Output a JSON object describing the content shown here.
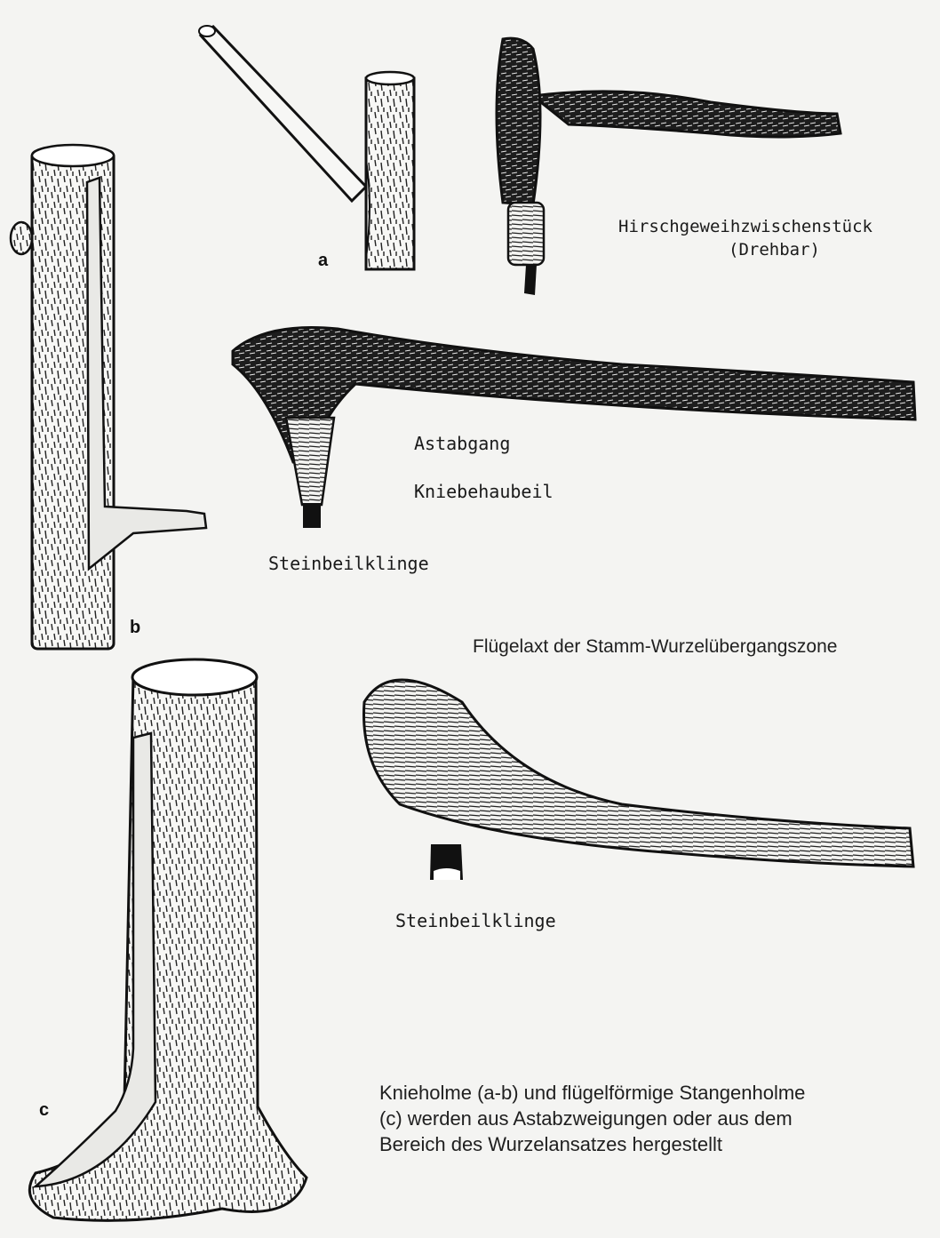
{
  "labels": {
    "a": "a",
    "b": "b",
    "c": "c",
    "hirschgeweih": "Hirschgeweihzwischenstück",
    "drehbar": "(Drehbar)",
    "astabgang": "Astabgang",
    "kniebehaubeil": "Kniebehaubeil",
    "steinbeilklinge_top": "Steinbeilklinge",
    "steinbeilklinge_bottom": "Steinbeilklinge"
  },
  "captions": {
    "middle": "Flügelaxt der Stamm-Wurzelübergangszone",
    "bottom": [
      "Knieholme (a-b) und flügelförmige Stangenholme",
      "(c) werden aus Astabzweigungen oder aus dem",
      "Bereich des Wurzelansatzes hergestellt"
    ]
  },
  "colors": {
    "background": "#f4f4f2",
    "ink": "#1a1a1a",
    "cut_surface": "#e9e9e6"
  }
}
